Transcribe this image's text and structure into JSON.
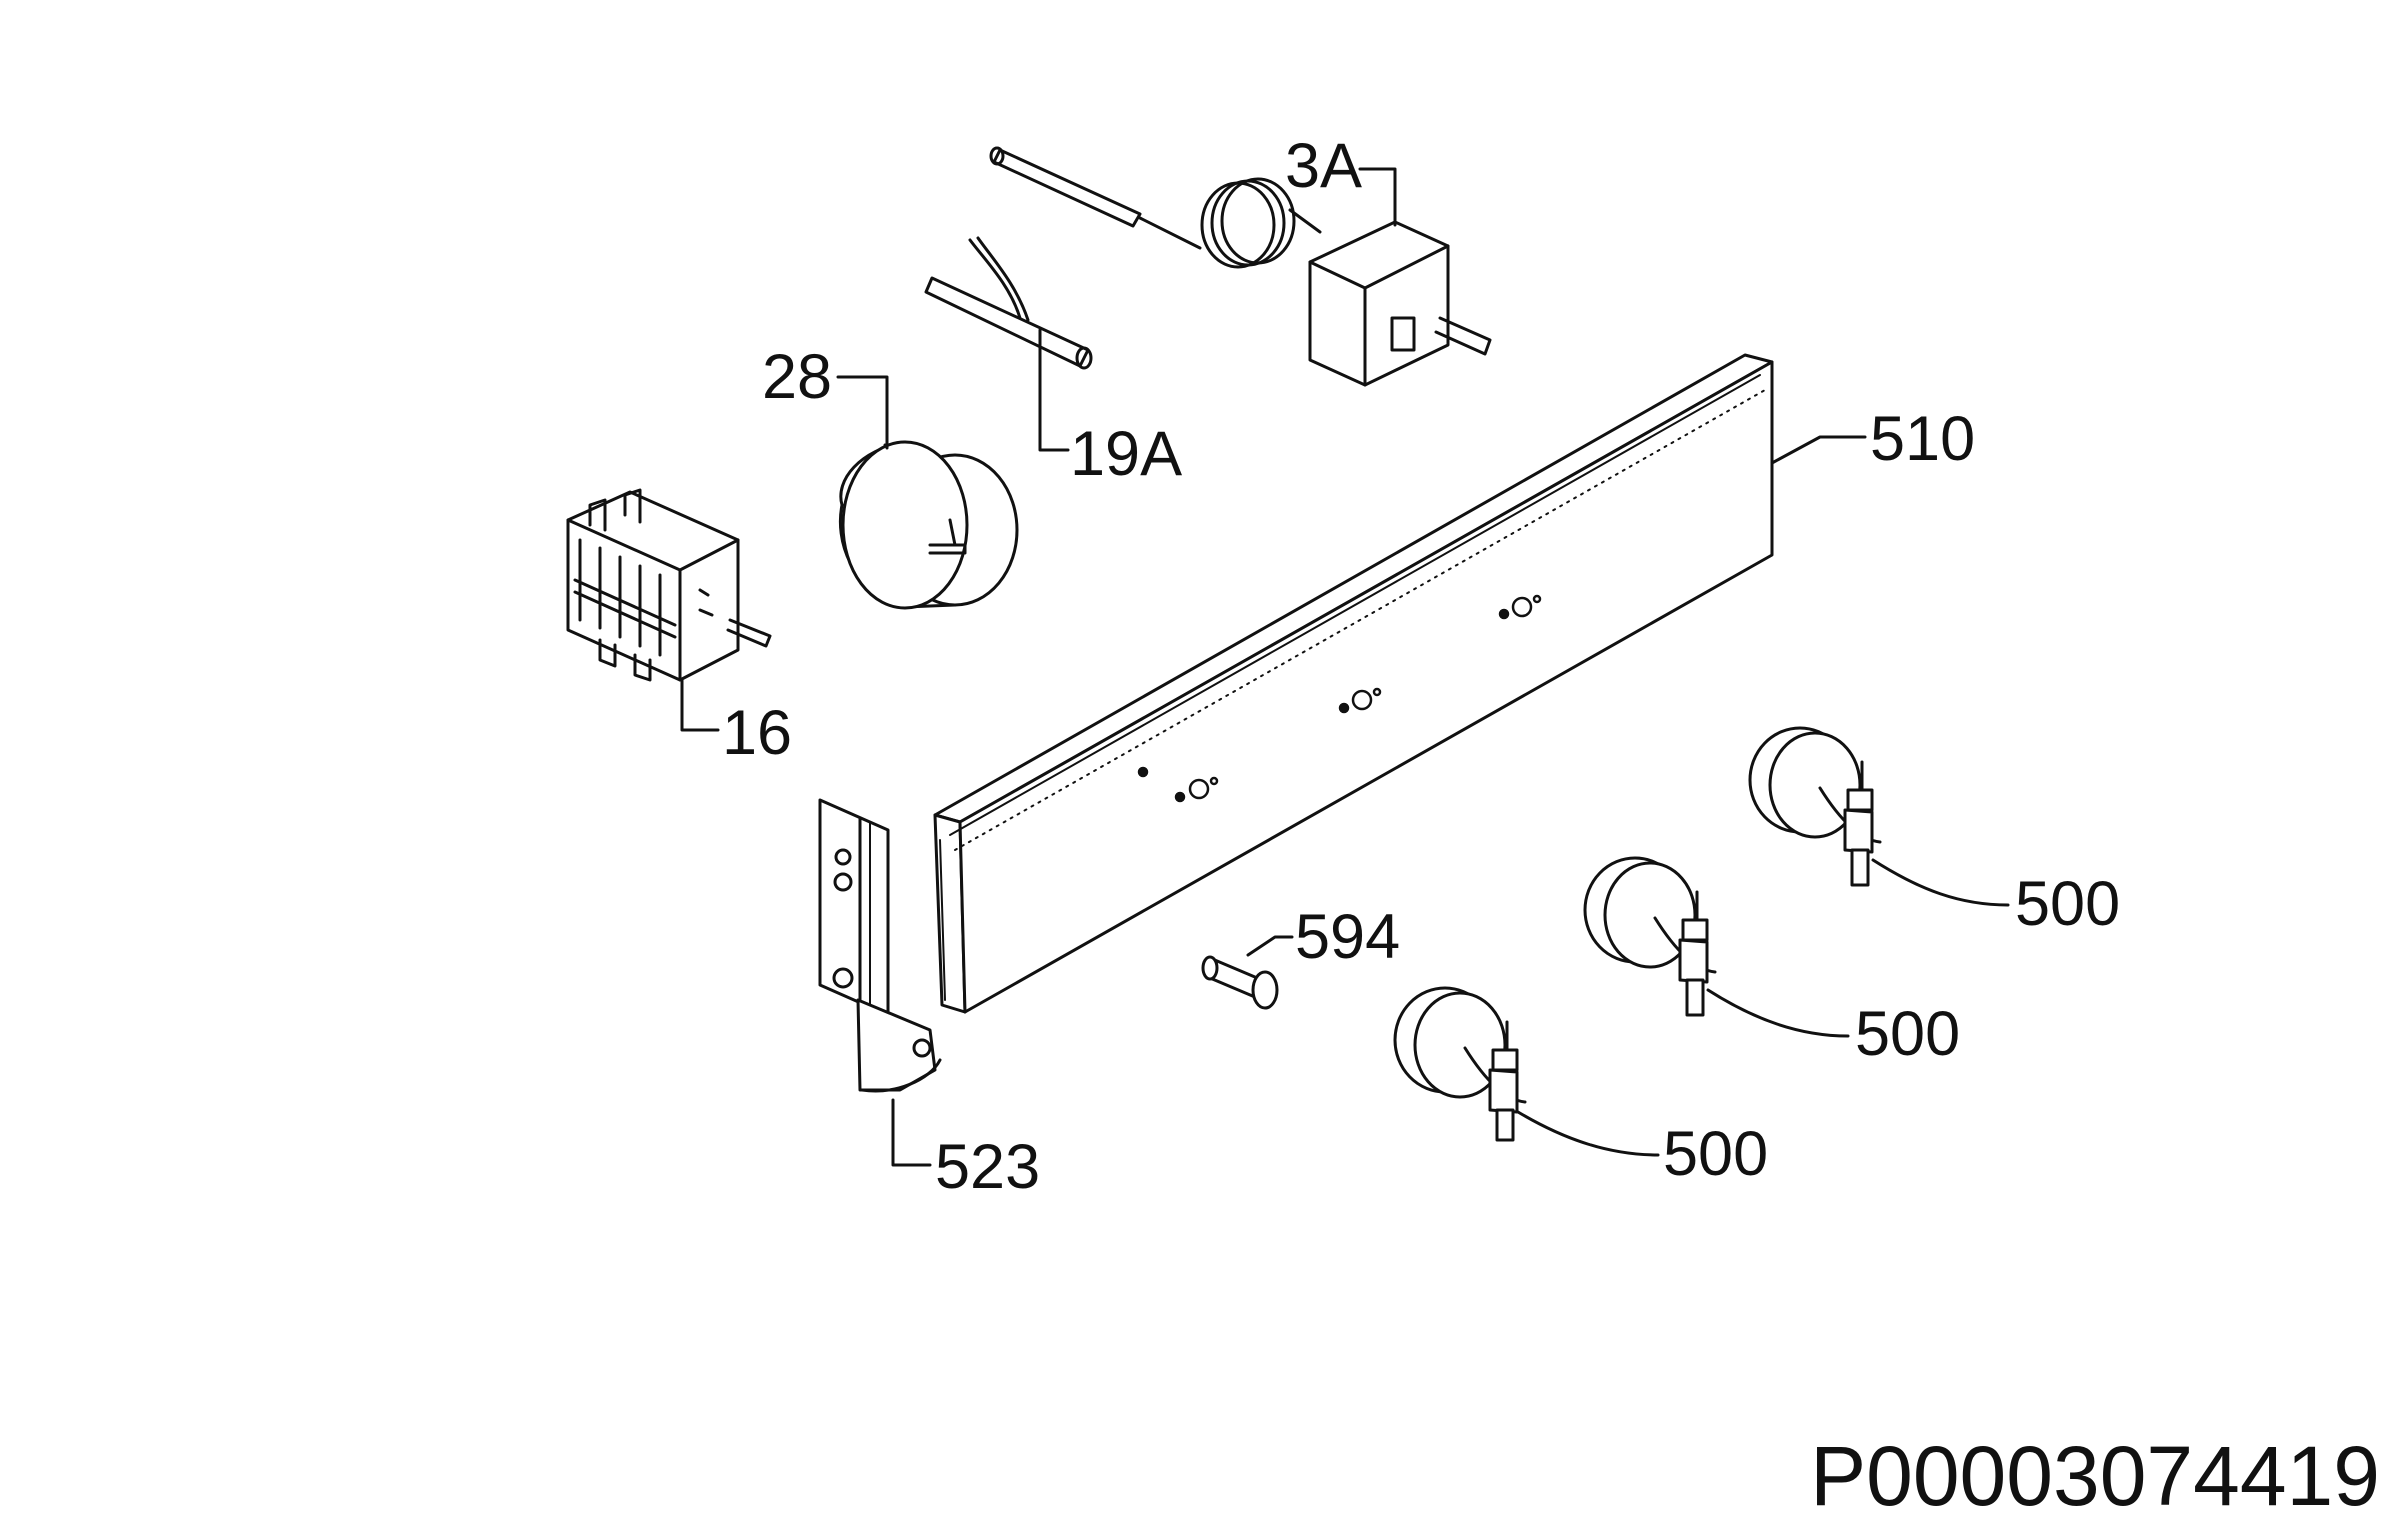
{
  "diagram": {
    "labels": [
      {
        "id": "3A",
        "text": "3A"
      },
      {
        "id": "19A",
        "text": "19A"
      },
      {
        "id": "28",
        "text": "28"
      },
      {
        "id": "510",
        "text": "510"
      },
      {
        "id": "16",
        "text": "16"
      },
      {
        "id": "594",
        "text": "594"
      },
      {
        "id": "500a",
        "text": "500"
      },
      {
        "id": "500b",
        "text": "500"
      },
      {
        "id": "500c",
        "text": "500"
      },
      {
        "id": "523",
        "text": "523"
      }
    ],
    "drawing_code": "P00003074419"
  },
  "colors": {
    "ink": "#111111",
    "paper": "#ffffff",
    "shade": "#e9e9e9"
  }
}
